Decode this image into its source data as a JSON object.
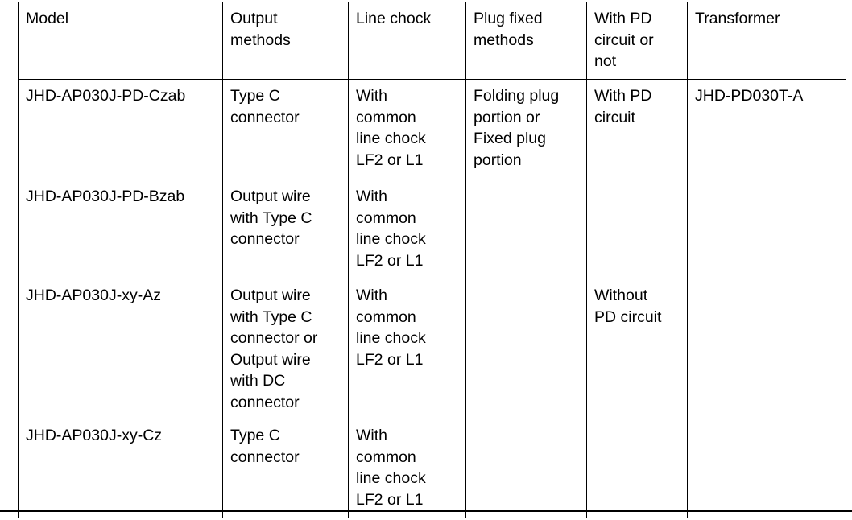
{
  "table": {
    "columns": [
      {
        "key": "model",
        "label": "Model"
      },
      {
        "key": "output",
        "label": "Output\nmethods"
      },
      {
        "key": "chock",
        "label": "Line chock"
      },
      {
        "key": "plug",
        "label": "Plug fixed\nmethods"
      },
      {
        "key": "pd",
        "label": "With PD\ncircuit or\nnot"
      },
      {
        "key": "transformer",
        "label": "Transformer"
      }
    ],
    "rows": [
      {
        "model": "JHD-AP030J-PD-Czab",
        "output": "Type C\nconnector",
        "chock": "With\ncommon\nline chock\nLF2 or L1"
      },
      {
        "model": "JHD-AP030J-PD-Bzab",
        "output": "Output wire\nwith Type C\nconnector",
        "chock": "With\ncommon\nline chock\nLF2 or L1"
      },
      {
        "model": "JHD-AP030J-xy-Az",
        "output": "Output wire\nwith Type C\nconnector or\nOutput wire\nwith DC\nconnector",
        "chock": "With\ncommon\nline chock\nLF2 or L1"
      },
      {
        "model": "JHD-AP030J-xy-Cz",
        "output": "Type C\nconnector",
        "chock": "With\ncommon\nline chock\nLF2 or L1"
      }
    ],
    "merged": {
      "plug_fixed_methods": "Folding plug\nportion or\nFixed plug\nportion",
      "pd_circuit_with": "With PD\ncircuit",
      "pd_circuit_without": "Without\nPD circuit",
      "transformer_model": "JHD-PD030T-A"
    }
  },
  "colors": {
    "border": "#000000",
    "text": "#000000",
    "background": "#ffffff"
  }
}
